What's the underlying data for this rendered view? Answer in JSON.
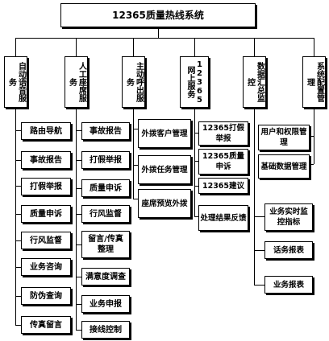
{
  "root": "12365质量热线系统",
  "categories": [
    {
      "label": "自动语音服务"
    },
    {
      "label": "人工座席服务"
    },
    {
      "label": "主动呼出服务"
    },
    {
      "label": "12365网上服务"
    },
    {
      "label": "数据汇总监控"
    },
    {
      "label": "系统配置管理"
    }
  ],
  "items": {
    "voice": [
      "路由导航",
      "事故报告",
      "打假举报",
      "质量申诉",
      "行风监督",
      "业务咨询",
      "防伪查询",
      "传真留言"
    ],
    "agent": [
      "事故报告",
      "打假举报",
      "质量申诉",
      "行风监督",
      "留言/传真整理",
      "满意度调查",
      "业务申报",
      "接线控制"
    ],
    "outbound": [
      "外拨客户管理",
      "外拨任务管理",
      "座席预览外拨"
    ],
    "web": [
      "12365打假举报",
      "12365质量申诉",
      "12365建议",
      "处理结果反馈"
    ],
    "monitor": [
      "业务实时监控指标",
      "话务报表",
      "业务报表"
    ],
    "config": [
      "用户和权限管理",
      "基础数据管理"
    ]
  }
}
